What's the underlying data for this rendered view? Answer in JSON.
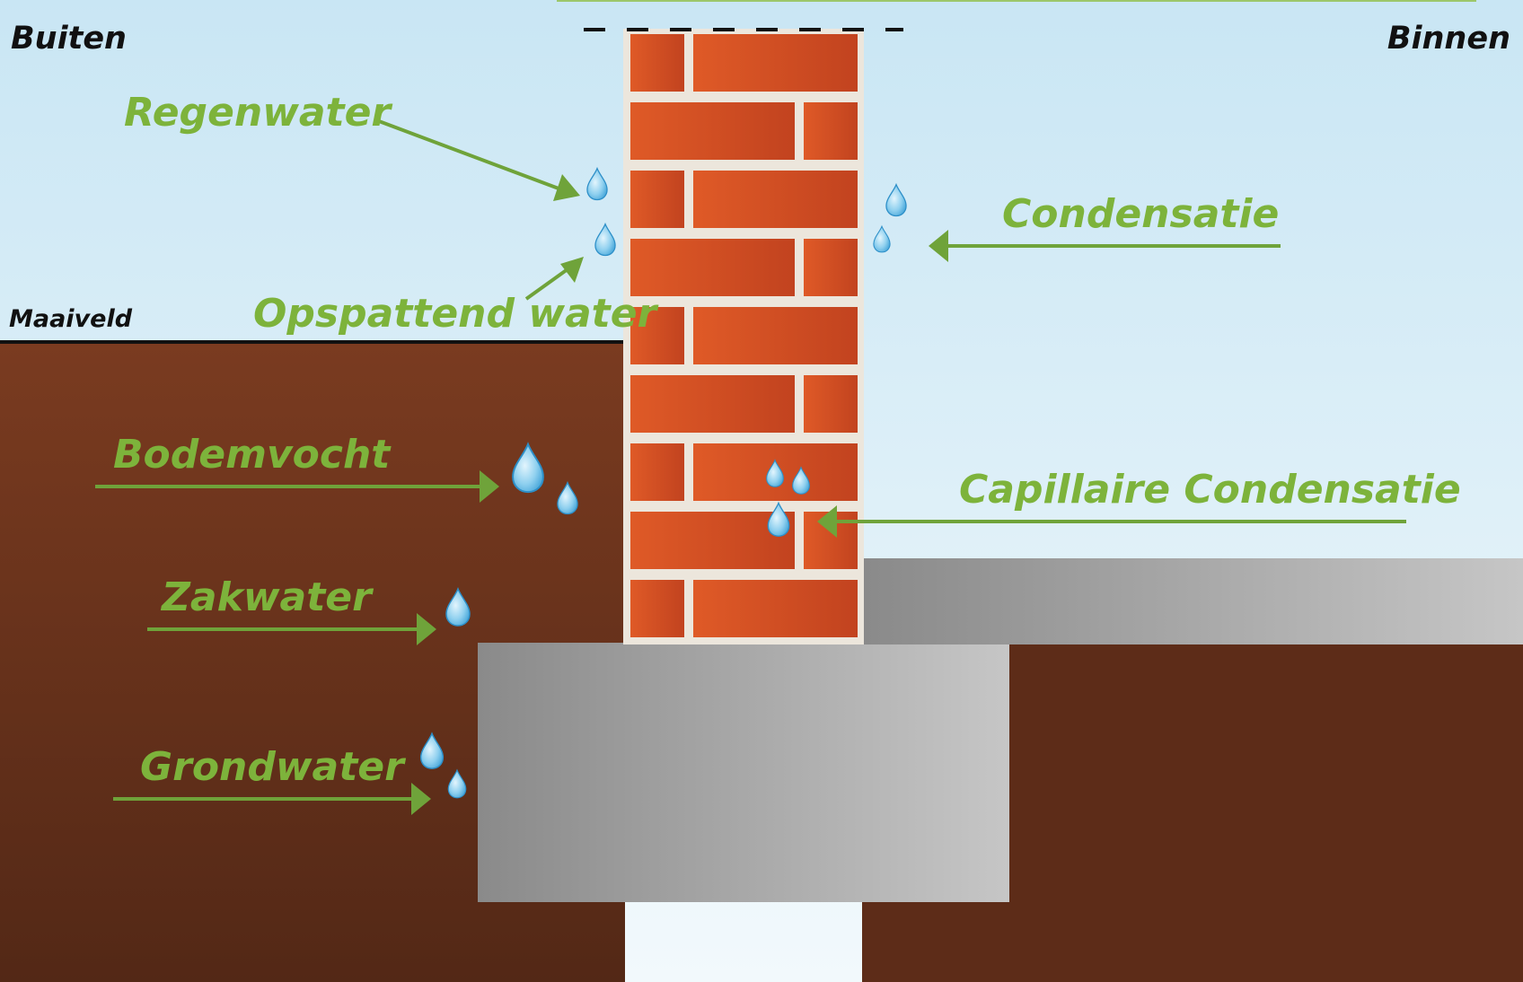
{
  "labels": {
    "outside": "Buiten",
    "inside": "Binnen",
    "ground_level": "Maaiveld"
  },
  "sources": {
    "rain": "Regenwater",
    "splash": "Opspattend water",
    "condensation": "Condensatie",
    "soil_moisture": "Bodemvocht",
    "capillary": "Capillaire Condensatie",
    "seepage": "Zakwater",
    "groundwater": "Grondwater"
  },
  "colors": {
    "sky_top": "#c9e6f4",
    "sky_bottom": "#f2f9fc",
    "soil_top": "#7a3b20",
    "soil_bottom": "#532816",
    "brick_light": "#df5a27",
    "brick_dark": "#c2431f",
    "mortar": "#ece6dc",
    "concrete_dark": "#8a8a8a",
    "concrete_light": "#c6c6c6",
    "label_green": "#7db33b",
    "arrow_green": "#6fa33a",
    "drop_light": "#d8f0fb",
    "drop_dark": "#3a9fd6"
  }
}
